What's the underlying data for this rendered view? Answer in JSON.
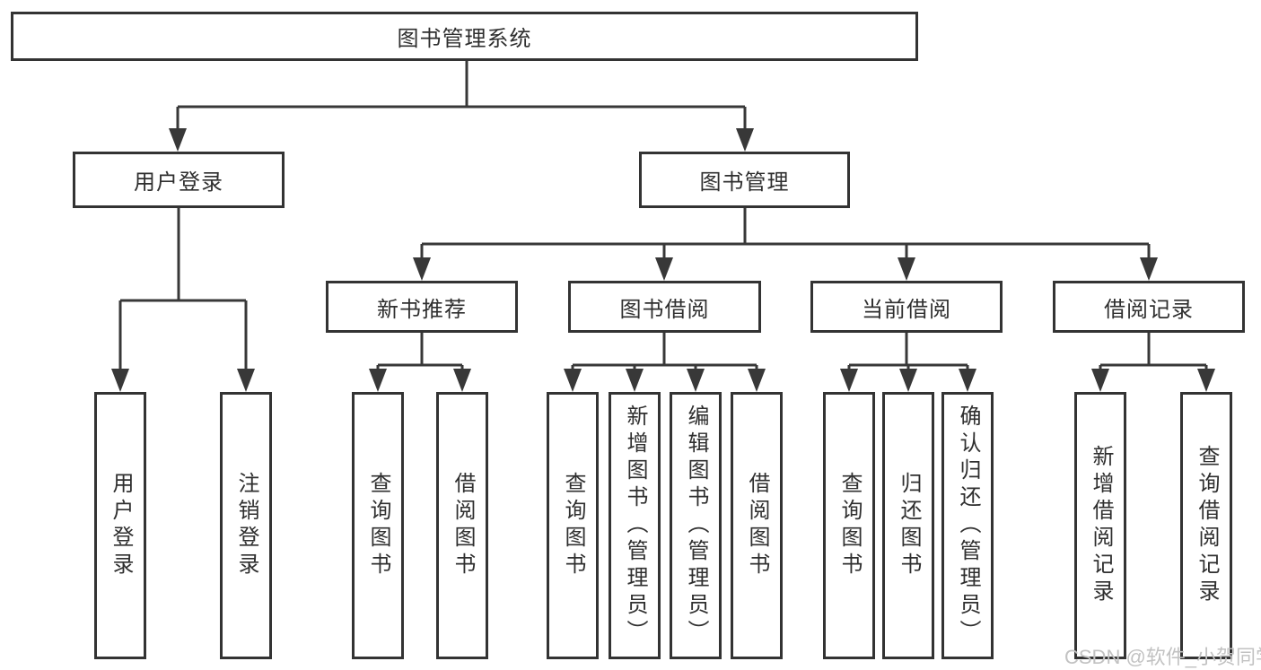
{
  "diagram_title": "图书管理系统",
  "tree": {
    "root": {
      "label": "图书管理系统"
    },
    "level2": [
      {
        "label": "用户登录"
      },
      {
        "label": "图书管理"
      }
    ],
    "level3": [
      {
        "label": "新书推荐",
        "parent": "图书管理"
      },
      {
        "label": "图书借阅",
        "parent": "图书管理"
      },
      {
        "label": "当前借阅",
        "parent": "图书管理"
      },
      {
        "label": "借阅记录",
        "parent": "图书管理"
      }
    ],
    "leaves": [
      {
        "label": "用户登录",
        "parent": "用户登录"
      },
      {
        "label": "注销登录",
        "parent": "用户登录"
      },
      {
        "label": "查询图书",
        "parent": "新书推荐"
      },
      {
        "label": "借阅图书",
        "parent": "新书推荐"
      },
      {
        "label": "查询图书",
        "parent": "图书借阅"
      },
      {
        "label": "新增图书（管理员）",
        "parent": "图书借阅"
      },
      {
        "label": "编辑图书（管理员）",
        "parent": "图书借阅"
      },
      {
        "label": "借阅图书",
        "parent": "图书借阅"
      },
      {
        "label": "查询图书",
        "parent": "当前借阅"
      },
      {
        "label": "归还图书",
        "parent": "当前借阅"
      },
      {
        "label": "确认归还（管理员）",
        "parent": "当前借阅"
      },
      {
        "label": "新增借阅记录",
        "parent": "借阅记录"
      },
      {
        "label": "查询借阅记录",
        "parent": "借阅记录"
      }
    ]
  },
  "watermark": {
    "text": "CSDN @软件_小贺同学",
    "color": "#c2c2c2"
  },
  "colors": {
    "box_border": "#333333",
    "connector": "#383838",
    "text": "#2f2f2f",
    "background": "#ffffff"
  }
}
